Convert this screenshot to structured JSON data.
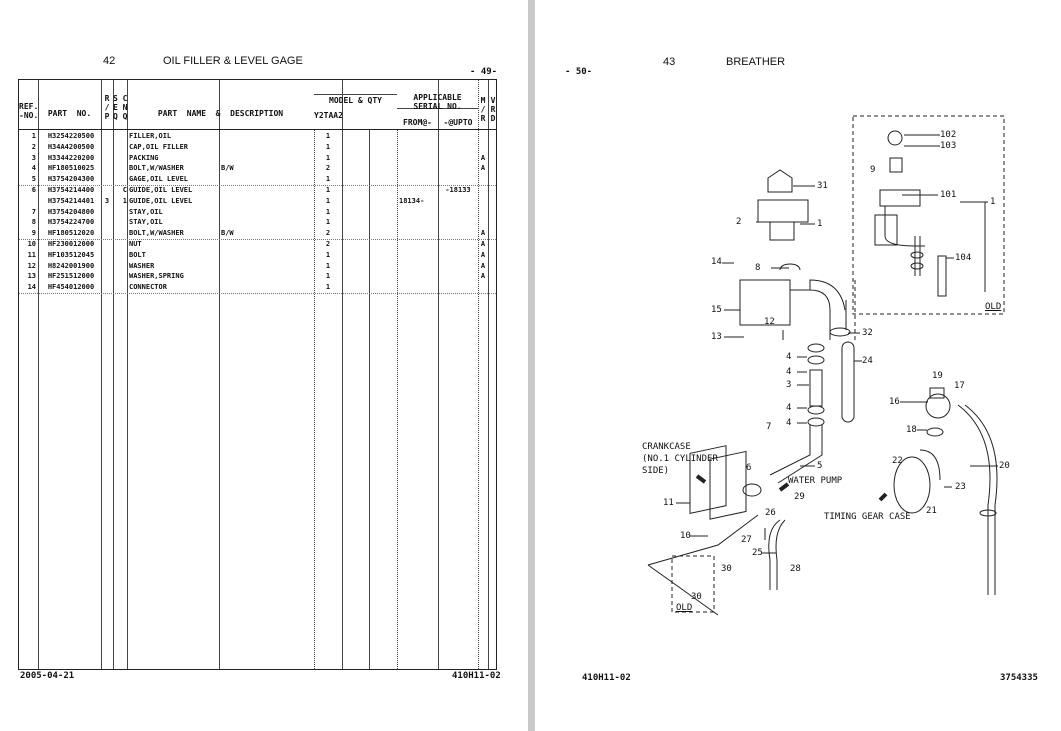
{
  "left_page": {
    "section_no": "42",
    "title": "OIL FILLER & LEVEL GAGE",
    "page_no": "- 49-",
    "footer_date": "2005-04-21",
    "footer_code": "410H11-02",
    "headers": {
      "ref": "REF.\n-NO.",
      "part_no": "PART  NO.",
      "rp": "R\n/\nP",
      "sc": "S C\nE N\nQ Q",
      "name": "PART  NAME  &  DESCRIPTION",
      "model_qty": "MODEL & QTY",
      "model": "Y2TAA2",
      "applicable": "APPLICABLE\nSERIAL NO.",
      "from": "FROM@-",
      "upto": "-@UPTO",
      "mr": "M\n/\nR",
      "vrd": "V\nR\nD"
    },
    "rows": [
      {
        "ref": "1",
        "part": "H3254220500",
        "rp": "",
        "sc": "",
        "name": "FILLER,OIL",
        "desc": "",
        "qty": "1",
        "from": "",
        "upto": "",
        "mr": ""
      },
      {
        "ref": "2",
        "part": "H34A4200500",
        "rp": "",
        "sc": "",
        "name": "CAP,OIL FILLER",
        "desc": "",
        "qty": "1",
        "from": "",
        "upto": "",
        "mr": ""
      },
      {
        "ref": "3",
        "part": "H3344220200",
        "rp": "",
        "sc": "",
        "name": "PACKING",
        "desc": "",
        "qty": "1",
        "from": "",
        "upto": "",
        "mr": "A"
      },
      {
        "ref": "4",
        "part": "HF180510025",
        "rp": "",
        "sc": "",
        "name": "BOLT,W/WASHER",
        "desc": "B/W",
        "qty": "2",
        "from": "",
        "upto": "",
        "mr": "A"
      },
      {
        "ref": "5",
        "part": "H3754204300",
        "rp": "",
        "sc": "",
        "name": "GAGE,OIL LEVEL",
        "desc": "",
        "qty": "1",
        "from": "",
        "upto": "",
        "mr": ""
      },
      {
        "ref": "6",
        "part": "H3754214400",
        "rp": "",
        "sc": "C",
        "name": "GUIDE,OIL LEVEL",
        "desc": "",
        "qty": "1",
        "from": "",
        "upto": "-18133",
        "mr": ""
      },
      {
        "ref": "",
        "part": "H3754214401",
        "rp": "3",
        "sc": "1",
        "name": "GUIDE,OIL LEVEL",
        "desc": "",
        "qty": "1",
        "from": "18134-",
        "upto": "",
        "mr": ""
      },
      {
        "ref": "7",
        "part": "H3754204800",
        "rp": "",
        "sc": "",
        "name": "STAY,OIL",
        "desc": "",
        "qty": "1",
        "from": "",
        "upto": "",
        "mr": ""
      },
      {
        "ref": "8",
        "part": "H3754224700",
        "rp": "",
        "sc": "",
        "name": "STAY,OIL",
        "desc": "",
        "qty": "1",
        "from": "",
        "upto": "",
        "mr": ""
      },
      {
        "ref": "9",
        "part": "HF180512020",
        "rp": "",
        "sc": "",
        "name": "BOLT,W/WASHER",
        "desc": "B/W",
        "qty": "2",
        "from": "",
        "upto": "",
        "mr": "A"
      },
      {
        "ref": "10",
        "part": "HF230012000",
        "rp": "",
        "sc": "",
        "name": "NUT",
        "desc": "",
        "qty": "2",
        "from": "",
        "upto": "",
        "mr": "A"
      },
      {
        "ref": "11",
        "part": "HF103512045",
        "rp": "",
        "sc": "",
        "name": "BOLT",
        "desc": "",
        "qty": "1",
        "from": "",
        "upto": "",
        "mr": "A"
      },
      {
        "ref": "12",
        "part": "H8242001900",
        "rp": "",
        "sc": "",
        "name": "WASHER",
        "desc": "",
        "qty": "1",
        "from": "",
        "upto": "",
        "mr": "A"
      },
      {
        "ref": "13",
        "part": "HF251512000",
        "rp": "",
        "sc": "",
        "name": "WASHER,SPRING",
        "desc": "",
        "qty": "1",
        "from": "",
        "upto": "",
        "mr": "A"
      },
      {
        "ref": "14",
        "part": "HF454012000",
        "rp": "",
        "sc": "",
        "name": "CONNECTOR",
        "desc": "",
        "qty": "1",
        "from": "",
        "upto": "",
        "mr": ""
      }
    ]
  },
  "right_page": {
    "section_no": "43",
    "title": "BREATHER",
    "page_no": "- 50-",
    "footer_code": "410H11-02",
    "footer_part": "3754335",
    "callouts": [
      "102",
      "103",
      "9",
      "101",
      "1",
      "104",
      "OLD",
      "31",
      "2",
      "1",
      "14",
      "8",
      "15",
      "12",
      "13",
      "32",
      "4",
      "4",
      "24",
      "3",
      "4",
      "4",
      "7",
      "19",
      "17",
      "16",
      "18",
      "22",
      "20",
      "23",
      "21",
      "6",
      "5",
      "11",
      "26",
      "29",
      "27",
      "10",
      "25",
      "30",
      "28",
      "30",
      "OLD"
    ],
    "notes": {
      "crankcase": [
        "CRANKCASE",
        "(NO.1 CYLINDER",
        "SIDE)"
      ],
      "water_pump": "WATER PUMP",
      "timing_gear_case": "TIMING GEAR CASE"
    }
  }
}
